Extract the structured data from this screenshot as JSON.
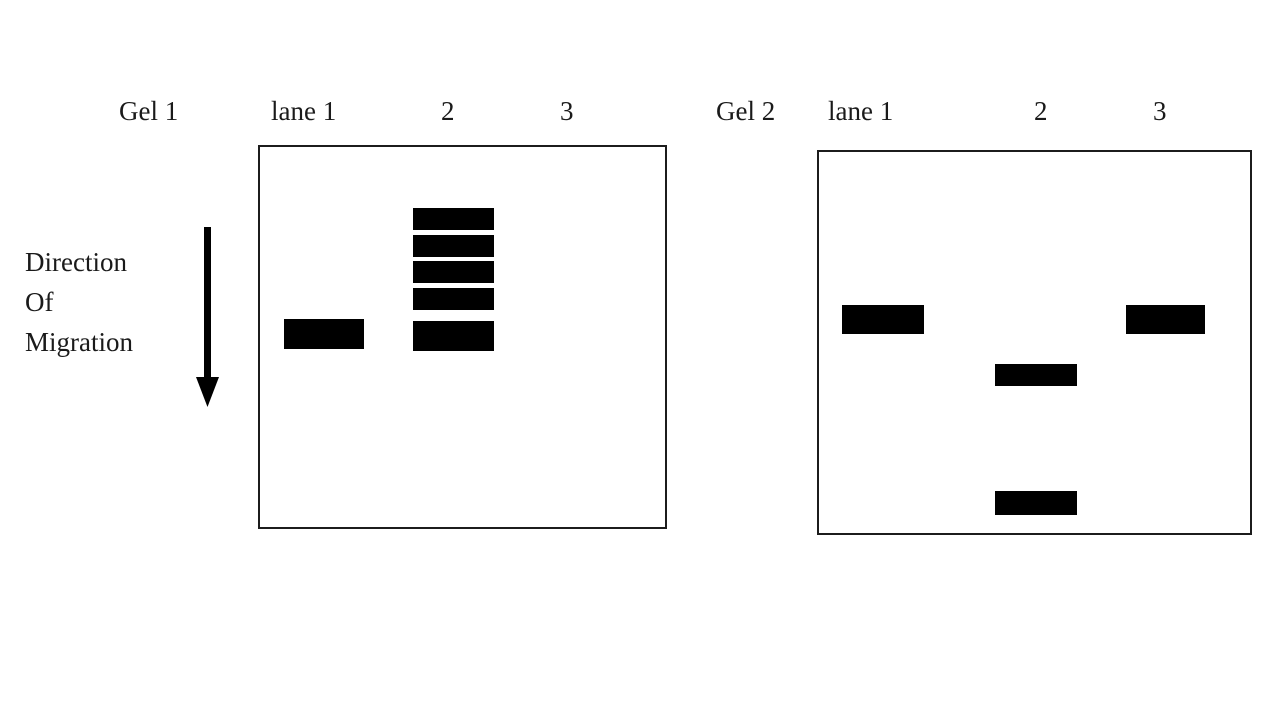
{
  "figure": {
    "type": "gel-electrophoresis-diagram",
    "background_color": "#ffffff",
    "band_color": "#000000",
    "border_color": "#1c1c1c"
  },
  "migration": {
    "line1": "Direction",
    "line2": "Of",
    "line3": "Migration",
    "arrow_direction": "down"
  },
  "gels": [
    {
      "name": "Gel 1",
      "lane_labels": [
        "lane 1",
        "2",
        "3"
      ],
      "lanes": [
        {
          "label": "lane 1",
          "band_count": 1
        },
        {
          "label": "2",
          "band_count": 5
        },
        {
          "label": "3",
          "band_count": 0
        }
      ]
    },
    {
      "name": "Gel 2",
      "lane_labels": [
        "lane 1",
        "2",
        "3"
      ],
      "lanes": [
        {
          "label": "lane 1",
          "band_count": 1
        },
        {
          "label": "2",
          "band_count": 2
        },
        {
          "label": "3",
          "band_count": 1
        }
      ]
    }
  ],
  "gel1_labels": {
    "title": "Gel 1",
    "lane1": "lane 1",
    "lane2": "2",
    "lane3": "3"
  },
  "gel2_labels": {
    "title": "Gel 2",
    "lane1": "lane 1",
    "lane2": "2",
    "lane3": "3"
  }
}
